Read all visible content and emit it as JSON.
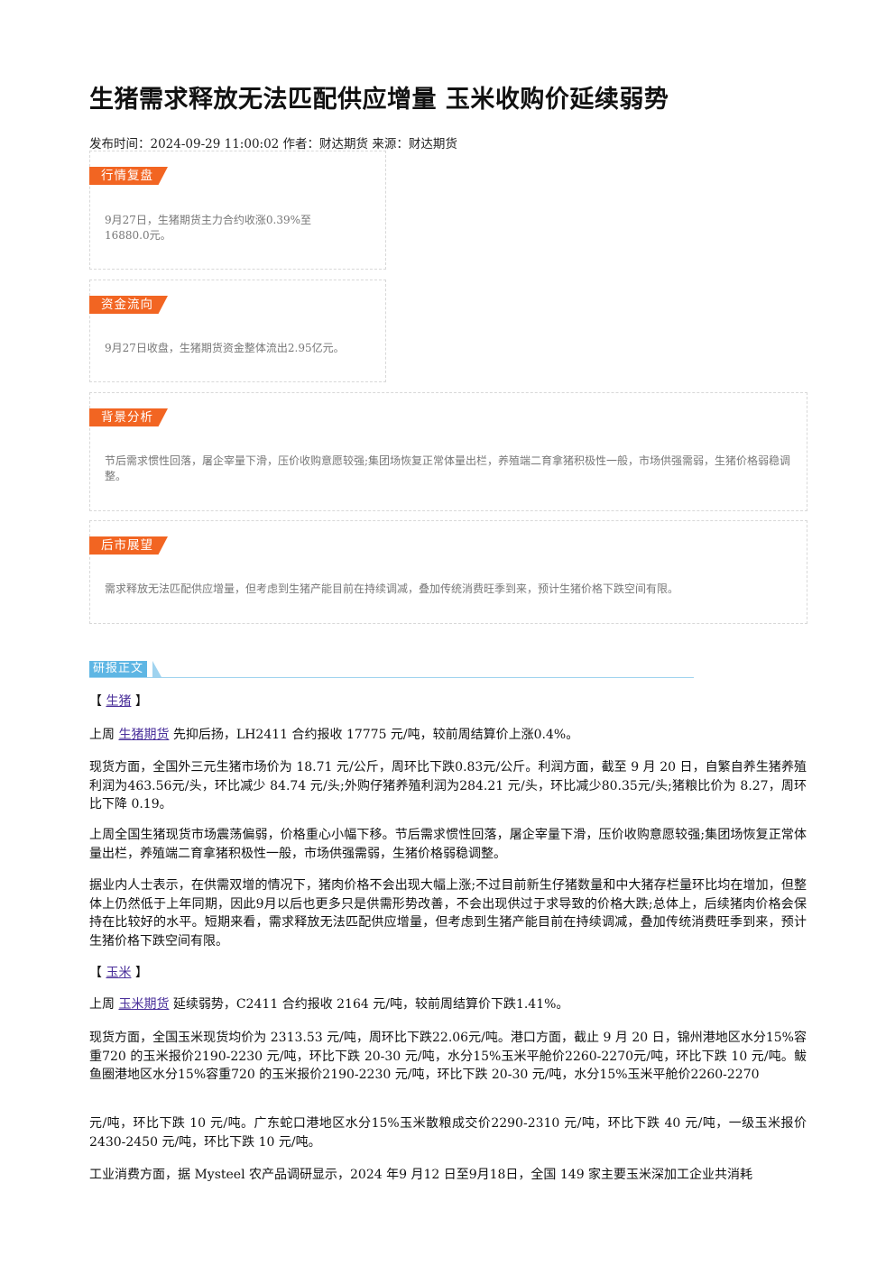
{
  "header": {
    "title": "生猪需求释放无法匹配供应增量 玉米收购价延续弱势",
    "meta": "发布时间：2024-09-29 11:00:02 作者：财达期货 来源：财达期货"
  },
  "boxes": [
    {
      "tag": "行情复盘",
      "text": "9月27日，生猪期货主力合约收涨0.39%至16880.0元。"
    },
    {
      "tag": "资金流向",
      "text": "9月27日收盘，生猪期货资金整体流出2.95亿元。"
    },
    {
      "tag": "背景分析",
      "text": "节后需求惯性回落，屠企宰量下滑，压价收购意愿较强;集团场恢复正常体量出栏，养殖端二育拿猪积极性一般，市场供强需弱，生猪价格弱稳调整。"
    },
    {
      "tag": "后市展望",
      "text": "需求释放无法匹配供应增量，但考虑到生猪产能目前在持续调减，叠加传统消费旺季到来，预计生猪价格下跌空间有限。"
    }
  ],
  "report": {
    "section_label": "研报正文",
    "hog": {
      "bracket_open": "【",
      "bracket_close": "】",
      "heading": "生猪",
      "p1_prefix": "上周",
      "p1_link": "生猪期货",
      "p1_suffix": "先抑后扬，LH2411 合约报收 17775 元/吨，较前周结算价上涨0.4%。",
      "p2": "现货方面，全国外三元生猪市场价为 18.71 元/公斤，周环比下跌0.83元/公斤。利润方面，截至 9 月 20 日，自繁自养生猪养殖利润为463.56元/头，环比减少 84.74 元/头;外购仔猪养殖利润为284.21 元/头，环比减少80.35元/头;猪粮比价为 8.27，周环比下降 0.19。",
      "p3": "上周全国生猪现货市场震荡偏弱，价格重心小幅下移。节后需求惯性回落，屠企宰量下滑，压价收购意愿较强;集团场恢复正常体量出栏，养殖端二育拿猪积极性一般，市场供强需弱，生猪价格弱稳调整。",
      "p4": "据业内人士表示，在供需双增的情况下，猪肉价格不会出现大幅上涨;不过目前新生仔猪数量和中大猪存栏量环比均在增加，但整体上仍然低于上年同期，因此9月以后也更多只是供需形势改善，不会出现供过于求导致的价格大跌;总体上，后续猪肉价格会保持在比较好的水平。短期来看，需求释放无法匹配供应增量，但考虑到生猪产能目前在持续调减，叠加传统消费旺季到来，预计生猪价格下跌空间有限。"
    },
    "corn": {
      "heading": "玉米",
      "p1_prefix": "上周",
      "p1_link": "玉米期货",
      "p1_suffix": "延续弱势，C2411 合约报收 2164 元/吨，较前周结算价下跌1.41%。",
      "p2": "现货方面，全国玉米现货均价为 2313.53 元/吨，周环比下跌22.06元/吨。港口方面，截止 9 月 20 日，锦州港地区水分15%容重720 的玉米报价2190-2230 元/吨，环比下跌 20-30 元/吨，水分15%玉米平舱价2260-2270元/吨，环比下跌 10 元/吨。鲅鱼圈港地区水分15%容重720 的玉米报价2190-2230 元/吨，环比下跌 20-30 元/吨，水分15%玉米平舱价2260-2270",
      "p3": "元/吨，环比下跌 10 元/吨。广东蛇口港地区水分15%玉米散粮成交价2290-2310 元/吨，环比下跌 40 元/吨，一级玉米报价2430-2450 元/吨，环比下跌 10 元/吨。",
      "p4": "工业消费方面，据 Mysteel 农产品调研显示，2024 年9 月12 日至9月18日，全国 149 家主要玉米深加工企业共消耗"
    }
  },
  "colors": {
    "tag_orange": "#f26522",
    "section_blue": "#5eb6e4",
    "link_purple": "#4a2f9a"
  }
}
